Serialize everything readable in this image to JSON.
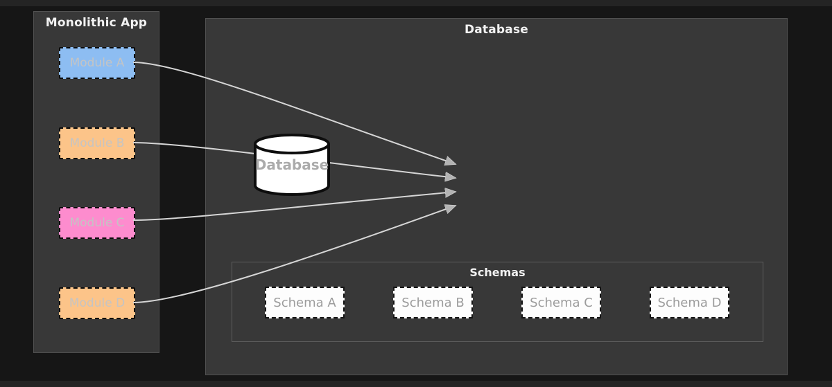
{
  "monolithic_app": {
    "title": "Monolithic App",
    "modules": [
      {
        "label": "Module A",
        "fill": "#8dbdf2"
      },
      {
        "label": "Module B",
        "fill": "#fcc489"
      },
      {
        "label": "Module C",
        "fill": "#fd8cce"
      },
      {
        "label": "Module D",
        "fill": "#fcc489"
      }
    ]
  },
  "database_panel": {
    "title": "Database",
    "cylinder_label": "Database",
    "schemas": {
      "title": "Schemas",
      "items": [
        {
          "label": "Schema A"
        },
        {
          "label": "Schema B"
        },
        {
          "label": "Schema C"
        },
        {
          "label": "Schema D"
        }
      ]
    }
  },
  "connections": [
    {
      "from": "Module A",
      "to": "Database"
    },
    {
      "from": "Module B",
      "to": "Database"
    },
    {
      "from": "Module C",
      "to": "Database"
    },
    {
      "from": "Module D",
      "to": "Database"
    }
  ],
  "colors": {
    "background": "#161616",
    "panel": "#383838",
    "panel_border": "#515151",
    "arrow_line": "#d6d6d6",
    "arrowhead": "#b3b3b3",
    "module_text": "#c4c4c4",
    "schema_text": "#9c9c9c",
    "cylinder_fill": "#ffffff",
    "cylinder_stroke": "#0d0d0d"
  }
}
